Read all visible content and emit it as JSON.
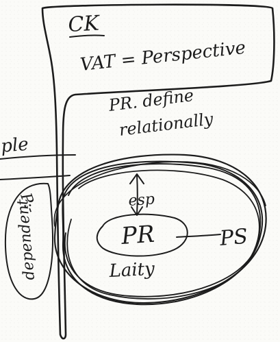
{
  "notes": {
    "ck": "CK",
    "vat": "VAT = Perspective",
    "pr_line1": "PR. define",
    "pr_line2": "relationally",
    "ego_partial": "ple",
    "side_letters": "P:-",
    "side_word": "dependent",
    "arrow_label": "esp",
    "center": "PR",
    "right": "PS",
    "bottom": "Laity"
  },
  "ink_color": "#1c1c1c",
  "paper_color": "#fbfbf8"
}
